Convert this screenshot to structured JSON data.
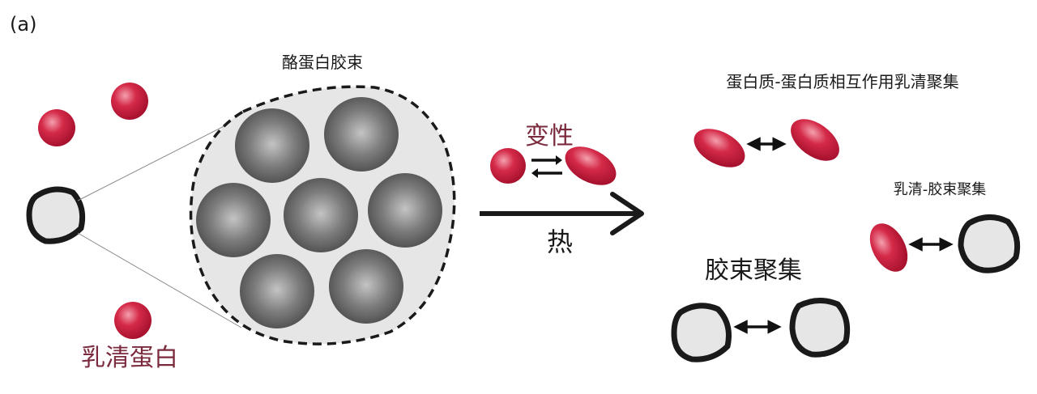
{
  "panel_label": "(a)",
  "labels": {
    "casein_micelle": "酪蛋白胶束",
    "whey_protein": "乳清蛋白",
    "denaturation": "变性",
    "heat": "热",
    "protein_protein_aggregation": "蛋白质-蛋白质相互作用乳清聚集",
    "whey_micelle_aggregation": "乳清-胶束聚集",
    "micelle_aggregation": "胶束聚集"
  },
  "colors": {
    "whey_red": "#d42a48",
    "micelle_outline": "#1a1a1a",
    "submicelle_grey": "#6a6a6a",
    "label_red": "#7a2a3c"
  }
}
